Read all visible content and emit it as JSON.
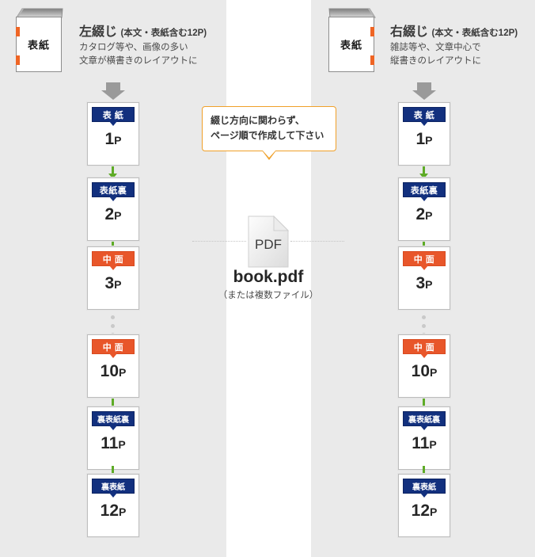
{
  "background": {
    "page_bg": "#eaeaea",
    "panel_bg": "#ffffff",
    "navy": "#12307e",
    "orange": "#e8562a",
    "accent_orange": "#ef6524",
    "callout_border": "#f0a029",
    "arrow_green": "#5eab27",
    "arrow_gray": "#9a9a9a"
  },
  "columns": [
    {
      "id": "left-binding",
      "book": {
        "cover_label": "表紙",
        "staple_side": "left"
      },
      "heading": {
        "title": "左綴じ",
        "suffix": "(本文・表紙含む12P)"
      },
      "description": [
        "カタログ等や、画像の多い",
        "文章が横書きのレイアウトに"
      ],
      "cards": [
        {
          "label": "表 紙",
          "color": "navy",
          "page": "1",
          "unit": "P"
        },
        {
          "label": "表紙裏",
          "color": "navy",
          "page": "2",
          "unit": "P"
        },
        {
          "label": "中 面",
          "color": "orange",
          "page": "3",
          "unit": "P"
        },
        {
          "label": "中 面",
          "color": "orange",
          "page": "10",
          "unit": "P"
        },
        {
          "label": "裏表紙裏",
          "color": "navy",
          "page": "11",
          "unit": "P"
        },
        {
          "label": "裏表紙",
          "color": "navy",
          "page": "12",
          "unit": "P"
        }
      ]
    },
    {
      "id": "right-binding",
      "book": {
        "cover_label": "表紙",
        "staple_side": "right"
      },
      "heading": {
        "title": "右綴じ",
        "suffix": "(本文・表紙含む12P)"
      },
      "description": [
        "雑誌等や、文章中心で",
        "縦書きのレイアウトに"
      ],
      "cards": [
        {
          "label": "表 紙",
          "color": "navy",
          "page": "1",
          "unit": "P"
        },
        {
          "label": "表紙裏",
          "color": "navy",
          "page": "2",
          "unit": "P"
        },
        {
          "label": "中 面",
          "color": "orange",
          "page": "3",
          "unit": "P"
        },
        {
          "label": "中 面",
          "color": "orange",
          "page": "10",
          "unit": "P"
        },
        {
          "label": "裏表紙裏",
          "color": "navy",
          "page": "11",
          "unit": "P"
        },
        {
          "label": "裏表紙",
          "color": "navy",
          "page": "12",
          "unit": "P"
        }
      ]
    }
  ],
  "center": {
    "callout": {
      "line1": "綴じ方向に関わらず、",
      "line2": "ページ順で作成して下さい"
    },
    "file": {
      "icon_text": "PDF",
      "name": "book.pdf",
      "note": "（または複数ファイル）"
    }
  }
}
